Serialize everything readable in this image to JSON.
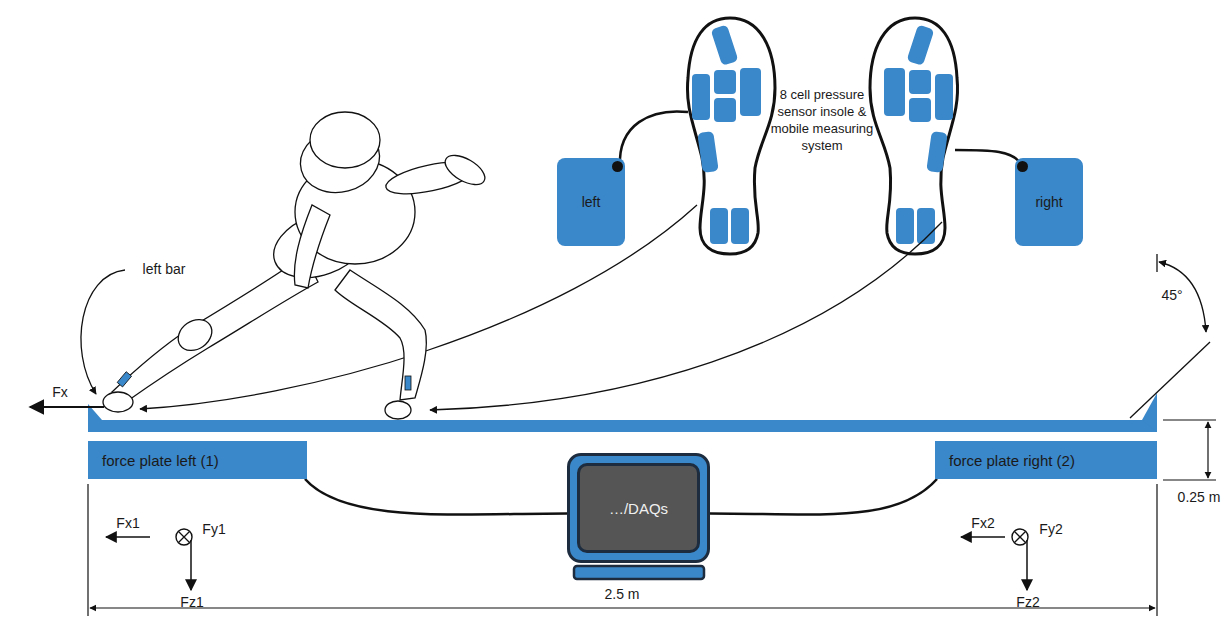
{
  "diagram": {
    "nodes": [
      {
        "text": [
          "left"
        ]
      },
      {
        "text": [
          "right"
        ]
      },
      {
        "text": [
          "force plate left (1)"
        ]
      },
      {
        "text": [
          "…/DAQs"
        ]
      },
      {
        "text": [
          "force plate right (2)"
        ]
      }
    ],
    "edges": [
      {
        "from": 2,
        "to": 3,
        "arrow": "none"
      },
      {
        "from": 4,
        "to": 3,
        "arrow": "none"
      }
    ],
    "labels": [
      "8 cell pressure sensor insole & mobile measuring system",
      "left bar",
      "45°",
      "Fx",
      "0.25 m",
      "Fx1",
      "Fy1",
      "Fx2",
      "Fy2",
      "Fz1",
      "Fz2",
      "2.5 m"
    ]
  }
}
